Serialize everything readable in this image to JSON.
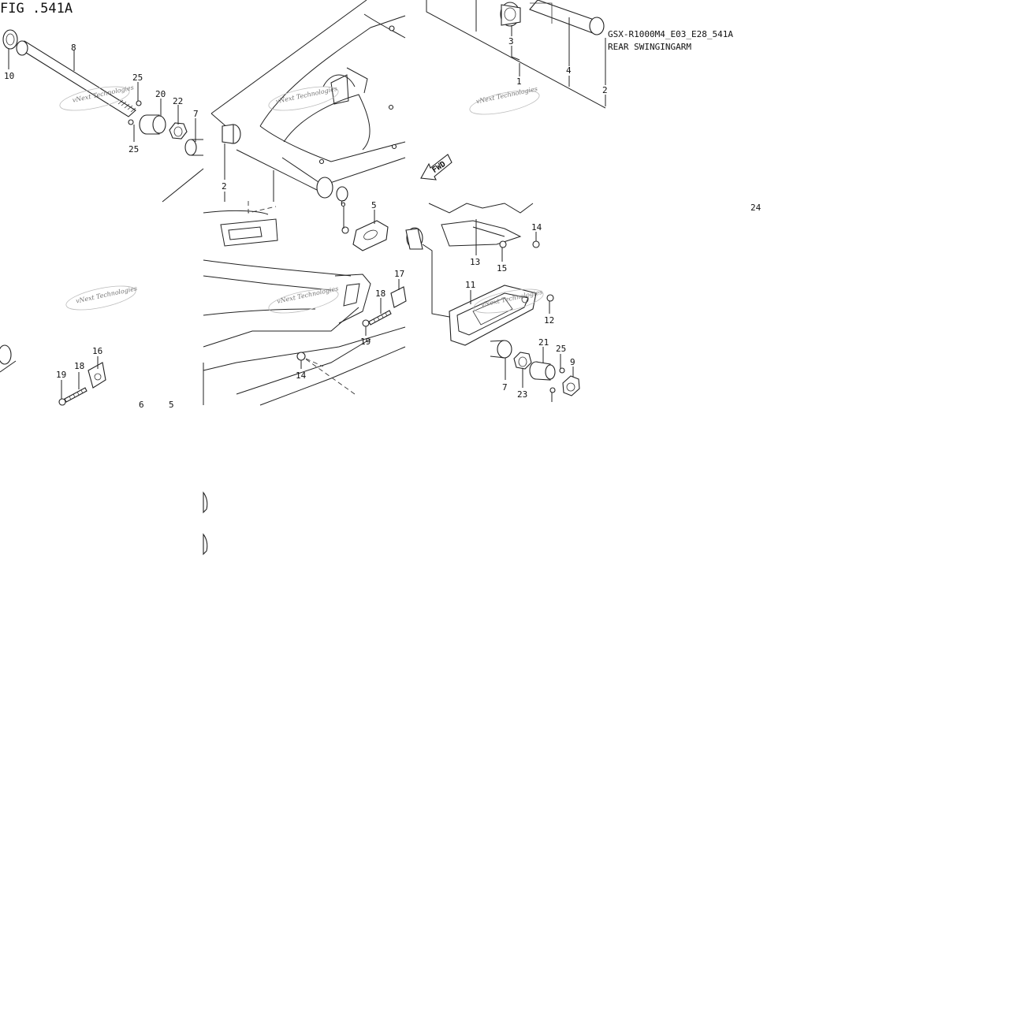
{
  "figure": {
    "title": "FIG .541A",
    "code": "GSX-R1000M4_E03_E28_541A",
    "name": "REAR SWINGINGARM",
    "fwd_label": "FWD"
  },
  "watermark": "vNext Technologies",
  "part_numbers": [
    "1",
    "2",
    "3",
    "4",
    "5",
    "6",
    "7",
    "8",
    "9",
    "10",
    "11",
    "12",
    "13",
    "14",
    "15",
    "16",
    "17",
    "18",
    "19",
    "20",
    "21",
    "22",
    "23",
    "24",
    "25"
  ]
}
